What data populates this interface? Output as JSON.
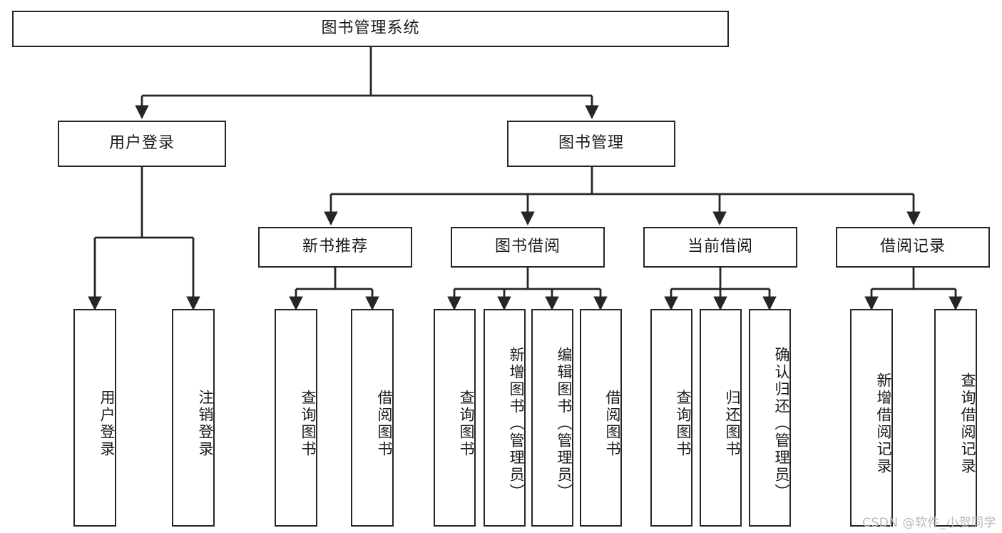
{
  "diagram": {
    "type": "tree-hierarchy-chart",
    "title": "图书管理系统",
    "root": {
      "label": "图书管理系统"
    },
    "level2": [
      {
        "id": "user-login",
        "label": "用户登录"
      },
      {
        "id": "book-management",
        "label": "图书管理"
      }
    ],
    "level3": [
      {
        "id": "new-book-recommend",
        "label": "新书推荐"
      },
      {
        "id": "book-borrow",
        "label": "图书借阅"
      },
      {
        "id": "current-borrow",
        "label": "当前借阅"
      },
      {
        "id": "borrow-record",
        "label": "借阅记录"
      }
    ],
    "leaves": [
      {
        "id": "leaf-user-login",
        "label": "用户登录"
      },
      {
        "id": "leaf-logout-login",
        "label": "注销登录"
      },
      {
        "id": "leaf-query-book-1",
        "label": "查询图书"
      },
      {
        "id": "leaf-borrow-book-1",
        "label": "借阅图书"
      },
      {
        "id": "leaf-query-book-2",
        "label": "查询图书"
      },
      {
        "id": "leaf-add-book-admin",
        "label": "新增图书（管理员）"
      },
      {
        "id": "leaf-edit-book-admin",
        "label": "编辑图书（管理员）"
      },
      {
        "id": "leaf-borrow-book-2",
        "label": "借阅图书"
      },
      {
        "id": "leaf-query-book-3",
        "label": "查询图书"
      },
      {
        "id": "leaf-return-book",
        "label": "归还图书"
      },
      {
        "id": "leaf-confirm-return-admin",
        "label": "确认归还（管理员）"
      },
      {
        "id": "leaf-add-borrow-record",
        "label": "新增借阅记录"
      },
      {
        "id": "leaf-query-borrow-record",
        "label": "查询借阅记录"
      }
    ],
    "watermark": "CSDN @软件_小贺同学",
    "colors": {
      "stroke": "#262626",
      "fill": "#ffffff",
      "text": "#1a1a1a",
      "watermark": "#b9b9b9"
    }
  }
}
